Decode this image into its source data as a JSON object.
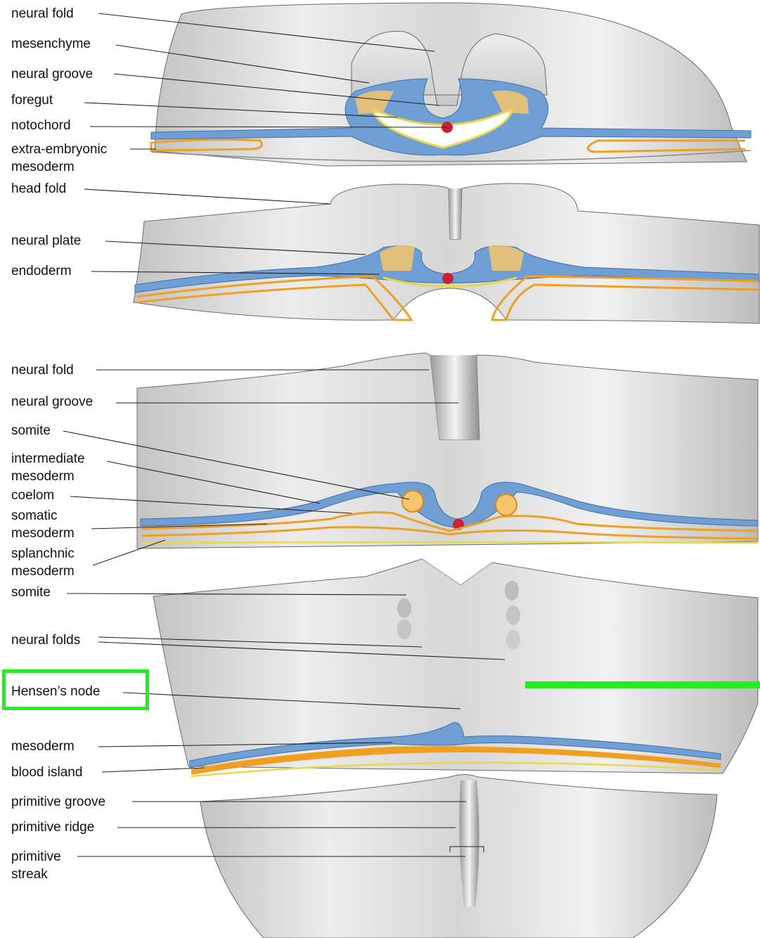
{
  "figure": {
    "labels": [
      {
        "id": "neural-fold-1",
        "text": "neural fold"
      },
      {
        "id": "mesenchyme",
        "text": "mesenchyme"
      },
      {
        "id": "neural-groove-1",
        "text": "neural groove"
      },
      {
        "id": "foregut",
        "text": "foregut"
      },
      {
        "id": "notochord",
        "text": "notochord"
      },
      {
        "id": "extra-embryonic-mesoderm",
        "text": "extra-embryonic\nmesoderm"
      },
      {
        "id": "head-fold",
        "text": "head fold"
      },
      {
        "id": "neural-plate",
        "text": "neural plate"
      },
      {
        "id": "endoderm",
        "text": "endoderm"
      },
      {
        "id": "neural-fold-2",
        "text": "neural fold"
      },
      {
        "id": "neural-groove-2",
        "text": "neural groove"
      },
      {
        "id": "somite-1",
        "text": "somite"
      },
      {
        "id": "intermediate-mesoderm",
        "text": "intermediate\nmesoderm"
      },
      {
        "id": "coelom",
        "text": "coelom"
      },
      {
        "id": "somatic-mesoderm",
        "text": "somatic\nmesoderm"
      },
      {
        "id": "splanchnic-mesoderm",
        "text": "splanchnic\nmesoderm"
      },
      {
        "id": "somite-2",
        "text": "somite"
      },
      {
        "id": "neural-folds",
        "text": "neural folds"
      },
      {
        "id": "hensens-node",
        "text": "Hensen’s node"
      },
      {
        "id": "mesoderm",
        "text": "mesoderm"
      },
      {
        "id": "blood-island",
        "text": "blood island"
      },
      {
        "id": "primitive-groove",
        "text": "primitive groove"
      },
      {
        "id": "primitive-ridge",
        "text": "primitive ridge"
      },
      {
        "id": "primitive-streak",
        "text": "primitive\nstreak"
      }
    ],
    "highlight": {
      "label": "Hensen’s node",
      "color": "#22ee22"
    },
    "colors": {
      "ectoderm": "#6f9fd4",
      "mesoderm": "#f0a020",
      "endoderm": "#e8d84a",
      "notochord": "#cc1f33",
      "tissue": "#d9d9d9"
    }
  }
}
